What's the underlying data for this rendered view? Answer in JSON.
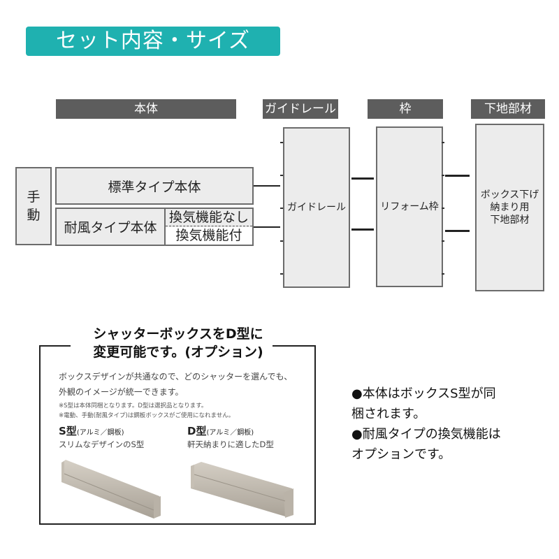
{
  "title": "セット内容・サイズ",
  "colors": {
    "accent": "#1fb1b0",
    "header_bg": "#5d5d5d",
    "box_bg": "#ececec"
  },
  "headers": {
    "body": "本体",
    "guide_rail": "ガイドレール",
    "frame": "枠",
    "base_material": "下地部材"
  },
  "diagram": {
    "manual": "手\n動",
    "standard_body": "標準タイプ本体",
    "wind_body": "耐風タイプ本体",
    "vent_none": "換気機能なし",
    "vent_with": "換気機能付",
    "guide_rail": "ガイドレール",
    "reform_frame": "リフォーム枠",
    "base_line1": "ボックス下げ",
    "base_line2": "納まり用",
    "base_line3": "下地部材"
  },
  "option": {
    "title_line1": "シャッターボックスをD型に",
    "title_line2": "変更可能です。(オプション)",
    "desc_line1": "ボックスデザインが共通なので、どのシャッターを選んでも、",
    "desc_line2": "外観のイメージが統一できます。",
    "note1": "※S型は本体同梱となります。D型は選択品となります。",
    "note2": "※電動、手動(耐風タイプ)は鋼板ボックスがご使用になれません。",
    "s_type": {
      "name": "S型",
      "material": "(アルミ／鋼板)",
      "desc": "スリムなデザインのS型"
    },
    "d_type": {
      "name": "D型",
      "material": "(アルミ／鋼板)",
      "desc": "軒天納まりに適したD型"
    }
  },
  "bullets": [
    "●本体はボックスS型が同",
    "梱されます。",
    "●耐風タイプの換気機能は",
    "オプションです。"
  ]
}
